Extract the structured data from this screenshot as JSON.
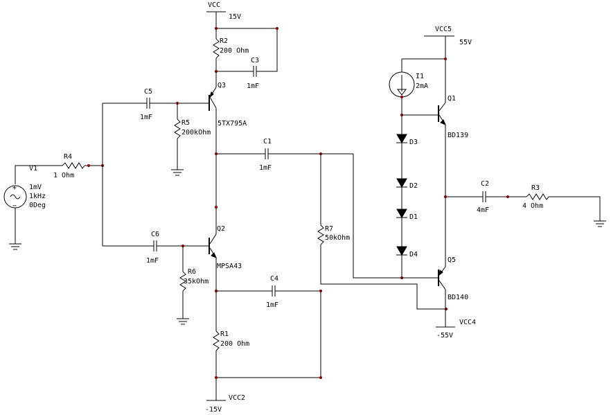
{
  "supplies": {
    "vcc": {
      "name": "VCC",
      "value": "15V"
    },
    "vcc5": {
      "name": "VCC5",
      "value": "55V"
    },
    "vcc2": {
      "name": "VCC2",
      "value": "-15V"
    },
    "vcc4": {
      "name": "VCC4",
      "value": "-55V"
    }
  },
  "source": {
    "name": "V1",
    "amplitude": "1mV",
    "frequency": "1kHz",
    "phase": "0Deg"
  },
  "current_source": {
    "name": "I1",
    "value": "2mA"
  },
  "resistors": {
    "r1": {
      "name": "R1",
      "value": "200 Ohm"
    },
    "r2": {
      "name": "R2",
      "value": "200 Ohm"
    },
    "r3": {
      "name": "R3",
      "value": "4 Ohm"
    },
    "r4": {
      "name": "R4",
      "value": "1 Ohm"
    },
    "r5": {
      "name": "R5",
      "value": "200kOhm"
    },
    "r6": {
      "name": "R6",
      "value": "35kOhm"
    },
    "r7": {
      "name": "R7",
      "value": "50kOhm"
    }
  },
  "capacitors": {
    "c1": {
      "name": "C1",
      "value": "1mF"
    },
    "c2": {
      "name": "C2",
      "value": "4mF"
    },
    "c3": {
      "name": "C3",
      "value": "1mF"
    },
    "c4": {
      "name": "C4",
      "value": "1mF"
    },
    "c5": {
      "name": "C5",
      "value": "1mF"
    },
    "c6": {
      "name": "C6",
      "value": "1mF"
    }
  },
  "transistors": {
    "q1": {
      "name": "Q1",
      "model": "BD139"
    },
    "q2": {
      "name": "Q2",
      "model": "MPSA43"
    },
    "q3": {
      "name": "Q3",
      "model": "5TX795A"
    },
    "q5": {
      "name": "Q5",
      "model": "BD140"
    }
  },
  "diodes": {
    "d1": {
      "name": "D1"
    },
    "d2": {
      "name": "D2"
    },
    "d3": {
      "name": "D3"
    },
    "d4": {
      "name": "D4"
    }
  }
}
